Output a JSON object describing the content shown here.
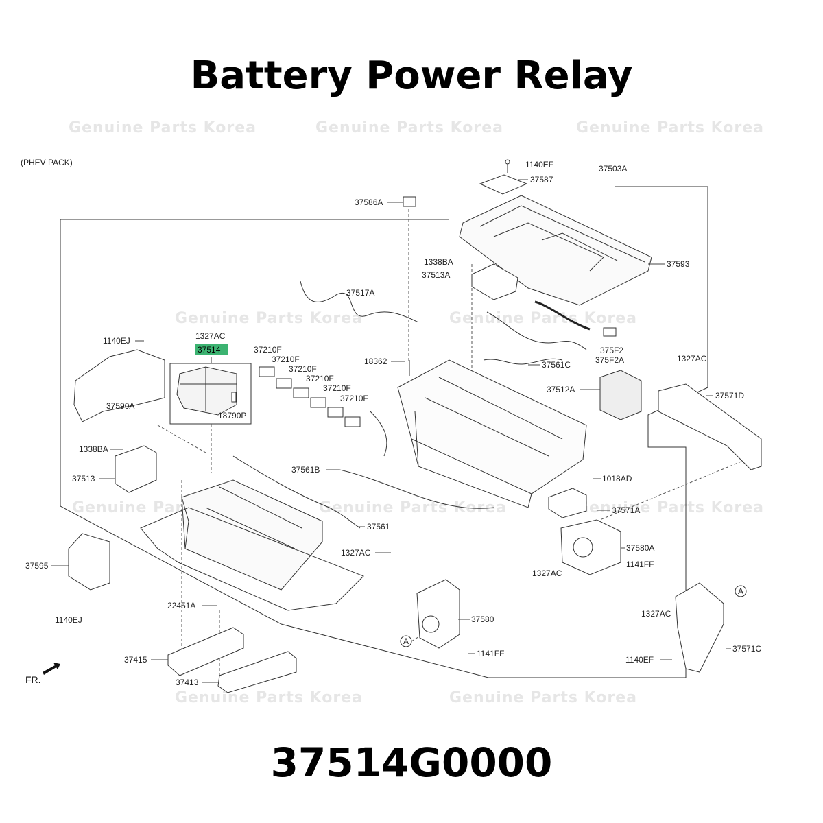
{
  "title": "Battery Power Relay",
  "part_number": "37514G0000",
  "subtitle": "(PHEV PACK)",
  "front_marker": "FR.",
  "highlight_color": "#3cb371",
  "watermarks": [
    "Genuine Parts Korea",
    "Genuine Parts Korea",
    "Genuine Parts Korea",
    "Genuine Parts Korea",
    "Genuine Parts Korea",
    "Genuine Parts Korea",
    "Genuine Parts Korea",
    "Genuine Parts Korea",
    "Genuine Parts Korea",
    "Genuine Parts Korea"
  ],
  "highlighted_part": "37514",
  "labels": {
    "l1140EF_top": "1140EF",
    "l37587": "37587",
    "l37503A": "37503A",
    "l37586A": "37586A",
    "l1338BA_top": "1338BA",
    "l37513A": "37513A",
    "l37593": "37593",
    "l37517A": "37517A",
    "l1140EJ_top": "1140EJ",
    "l1327AC_a": "1327AC",
    "l18790P": "18790P",
    "l37590A": "37590A",
    "l37210F_1": "37210F",
    "l37210F_2": "37210F",
    "l37210F_3": "37210F",
    "l37210F_4": "37210F",
    "l37210F_5": "37210F",
    "l37210F_6": "37210F",
    "l18362": "18362",
    "l37561C": "37561C",
    "l375F2": "375F2",
    "l375F2A": "375F2A",
    "l1327AC_b": "1327AC",
    "l37571D": "37571D",
    "l37512A": "37512A",
    "l1338BA_mid": "1338BA",
    "l37513": "37513",
    "l37561B": "37561B",
    "l1018AD": "1018AD",
    "l37571A": "37571A",
    "l37561": "37561",
    "l37580A": "37580A",
    "l1327AC_c": "1327AC",
    "l1141FF_a": "1141FF",
    "l1327AC_d": "1327AC",
    "l37595": "37595",
    "l1140EJ_bottom": "1140EJ",
    "l22451A": "22451A",
    "l37580": "37580",
    "l1141FF_b": "1141FF",
    "l1327AC_e": "1327AC",
    "l37571C": "37571C",
    "l1140EF_bottom": "1140EF",
    "l37415": "37415",
    "l37413": "37413",
    "markerA_1": "A",
    "markerA_2": "A"
  }
}
